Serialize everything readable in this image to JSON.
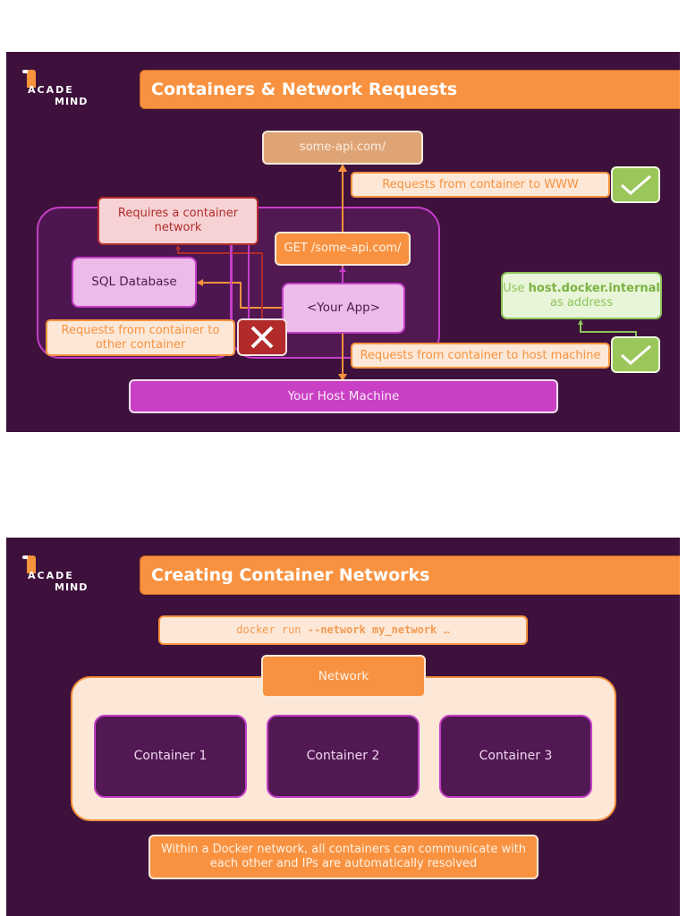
{
  "slides": [
    {
      "logo": {
        "line1": "ACADE",
        "line2": "MIND"
      },
      "title": "Containers & Network Requests",
      "nodes": {
        "api": "some-api.com/",
        "www_label": "Requests from container to WWW",
        "requires_network": "Requires a container network",
        "get_request": "GET /some-api.com/",
        "sql_database": "SQL Database",
        "your_app": "<Your App>",
        "other_container_label": "Requests from container to other container",
        "host_docker_prefix": "Use ",
        "host_docker_bold": "host.docker.internal",
        "host_docker_suffix": "as address",
        "host_machine_label": "Requests from container to host machine",
        "host_machine": "Your Host Machine"
      },
      "status": {
        "www": "check-icon",
        "other_container": "cross-icon",
        "host_machine": "check-icon"
      }
    },
    {
      "logo": {
        "line1": "ACADE",
        "line2": "MIND"
      },
      "title": "Creating Container Networks",
      "command": {
        "prefix": "docker run ",
        "flag": "--network my_network",
        "suffix": " …"
      },
      "network_label": "Network",
      "containers": [
        "Container 1",
        "Container 2",
        "Container 3"
      ],
      "note": "Within a Docker network, all containers can communicate with each other and IPs are automatically resolved"
    }
  ],
  "colors": {
    "background": "#3d113b",
    "accent_orange": "#f99240",
    "purple": "#c33fc7",
    "success_green": "#9bc65a",
    "error_red": "#b22a2a"
  }
}
